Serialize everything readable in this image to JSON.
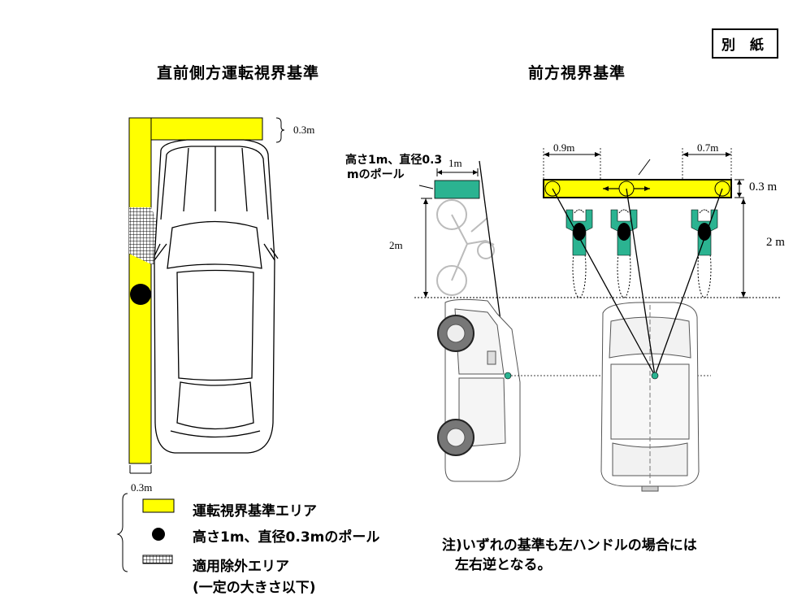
{
  "stamp": "別 紙",
  "titles": {
    "left": "直前側方運転視界基準",
    "right": "前方視界基準"
  },
  "left_diagram": {
    "top_band_dim": "0.3m",
    "bottom_band_dim": "0.3m"
  },
  "right_diagram": {
    "pole_label_line1": "高さ1m、直径0.3",
    "pole_label_line2": "mのポール",
    "pole_dim": "1m",
    "side_height_dim": "2m",
    "front_left_dim": "0.9m",
    "front_right_dim": "0.7m",
    "bar_depth_dim": "0.3 m",
    "front_height_dim": "2 m"
  },
  "legend": {
    "items": [
      {
        "symbol": "yellow-rect",
        "label": "運転視界基準エリア"
      },
      {
        "symbol": "black-dot",
        "label": "高さ1m、直径0.3mのポール"
      },
      {
        "symbol": "grid-hatch",
        "label": "適用除外エリア"
      }
    ],
    "sub_note": "(一定の大きさ以下)"
  },
  "note": {
    "line1": "注)いずれの基準も左ハンドルの場合には",
    "line2": "左右逆となる。"
  },
  "colors": {
    "yellow": "#FFFF00",
    "green": "#2BB391",
    "black": "#000000"
  }
}
